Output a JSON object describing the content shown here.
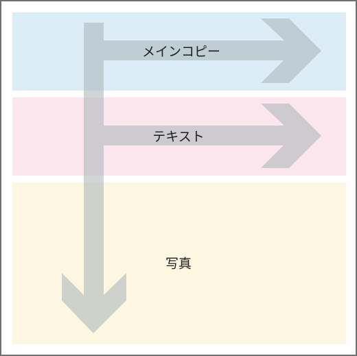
{
  "diagram": {
    "sections": [
      {
        "id": "main-copy",
        "label": "メインコピー",
        "color": "#dcedf8"
      },
      {
        "id": "text",
        "label": "テキスト",
        "color": "#fbe6ee"
      },
      {
        "id": "photo",
        "label": "写真",
        "color": "#fdf7e1"
      }
    ],
    "arrow_color": "#a9b4b8",
    "arrow_opacity": 0.55,
    "arrows": [
      {
        "from": "top-left",
        "direction": "down"
      },
      {
        "from": "vertical-arrow",
        "to": "main-copy",
        "direction": "right"
      },
      {
        "from": "vertical-arrow",
        "to": "text",
        "direction": "right"
      }
    ]
  }
}
